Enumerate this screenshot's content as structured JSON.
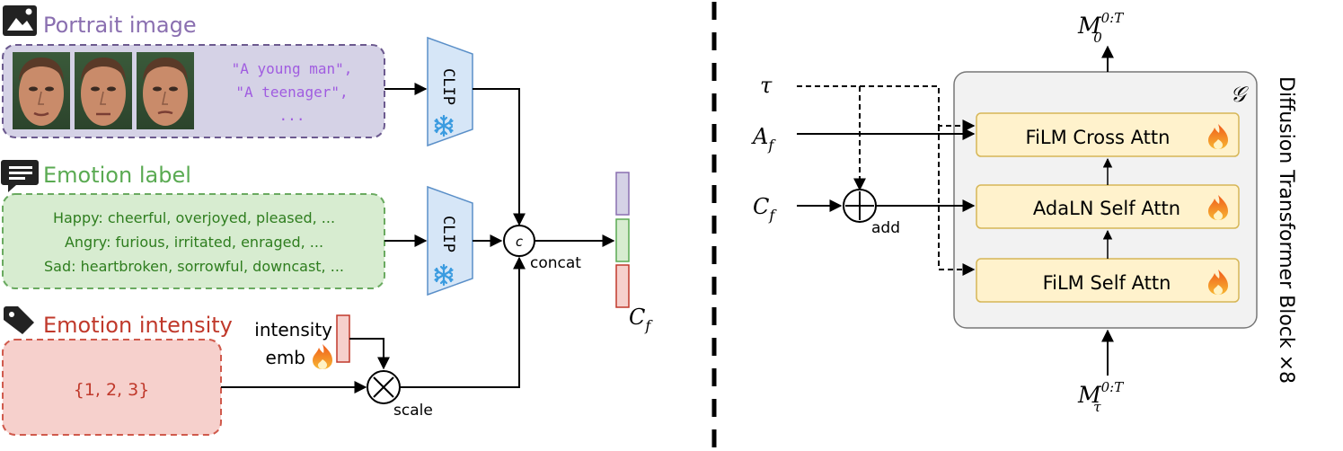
{
  "portrait": {
    "title": "Portrait image",
    "captions": [
      "\"A young man\",",
      "\"A teenager\",",
      "..."
    ]
  },
  "emotion_label": {
    "title": "Emotion label",
    "lines": [
      "Happy: cheerful, overjoyed, pleased, ...",
      "Angry: furious, irritated, enraged, ...",
      "Sad: heartbroken, sorrowful, downcast, ..."
    ]
  },
  "emotion_intensity": {
    "title": "Emotion intensity",
    "values": "{1, 2, 3}",
    "emb_line1": "intensity",
    "emb_line2": "emb"
  },
  "encoder": {
    "label": "CLIP"
  },
  "ops": {
    "concat_symbol": "c",
    "concat_label": "concat",
    "scale_label": "scale",
    "add_label": "add"
  },
  "symbols": {
    "c_f": "C",
    "c_f_sub": "f",
    "tau": "τ",
    "a_f": "A",
    "a_f_sub": "f",
    "m_out": "M",
    "m_out_sub": "0",
    "m_out_sup": "0:T",
    "m_in": "M",
    "m_in_sub": "τ",
    "m_in_sup": "0:T",
    "g": "𝒢"
  },
  "block": {
    "side_label": "Diffusion Transformer Block ×8",
    "layers": [
      "FiLM Cross Attn",
      "AdaLN Self Attn",
      "FiLM Self Attn"
    ]
  },
  "colors": {
    "purple": "#8a6fb0",
    "purple_fill": "#d5d2e6",
    "green": "#5aaa52",
    "green_fill": "#d7ecd0",
    "red": "#c0392b",
    "red_fill": "#f6d0cc",
    "clip_fill": "#d6e6f7",
    "clip_stroke": "#5a8fc8",
    "layer_fill": "#fff2cc",
    "layer_stroke": "#d6b656",
    "block_fill": "#f2f2f2"
  }
}
